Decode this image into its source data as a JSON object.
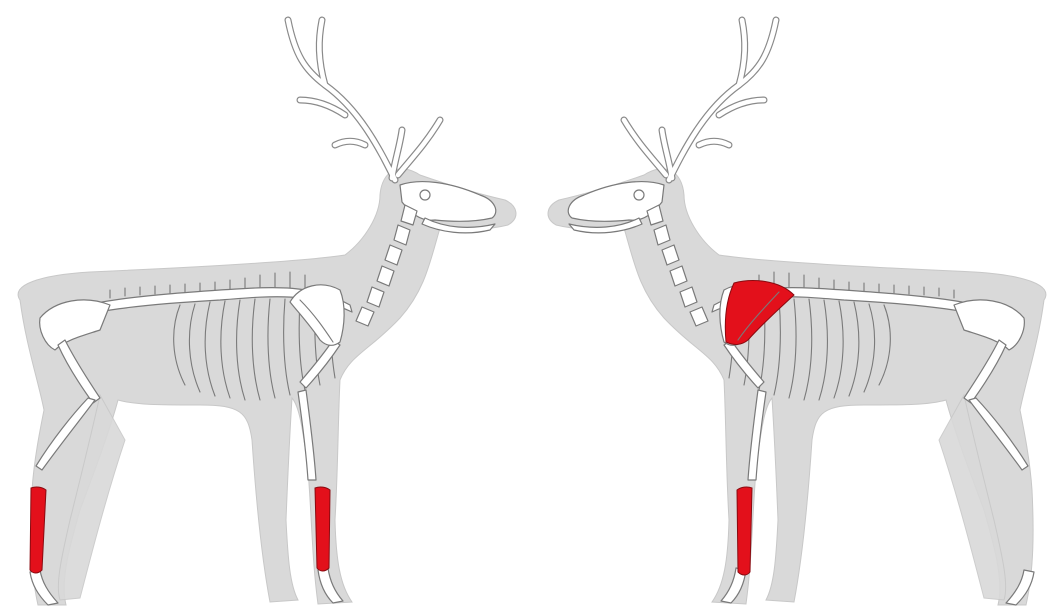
{
  "colors": {
    "highlight": "#e3101b",
    "body": "#d9d9d9",
    "bone_fill": "#ffffff",
    "bone_outline": "#7a7a7a",
    "background": "#ffffff"
  },
  "figures": [
    {
      "id": "left-deer",
      "facing": "right",
      "highlighted_bones": [
        "hind-metatarsal",
        "fore-metacarpal"
      ]
    },
    {
      "id": "right-deer",
      "facing": "left",
      "highlighted_bones": [
        "scapula",
        "fore-metacarpal"
      ]
    }
  ]
}
